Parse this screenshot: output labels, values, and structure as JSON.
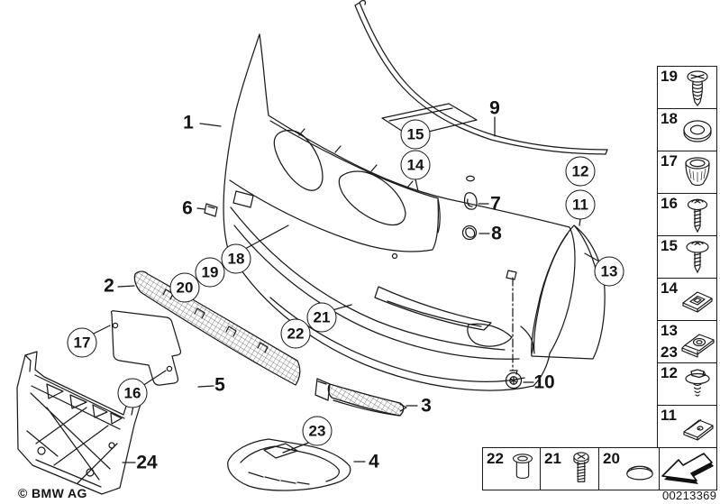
{
  "page": {
    "copyright": "© BMW AG",
    "doc_number": "00213369"
  },
  "callouts": {
    "c1": "1",
    "c2": "2",
    "c3": "3",
    "c4": "4",
    "c5": "5",
    "c6": "6",
    "c7": "7",
    "c8": "8",
    "c9": "9",
    "c10": "10",
    "c11": "11",
    "c12": "12",
    "c13": "13",
    "c14": "14",
    "c15": "15",
    "c16": "16",
    "c17": "17",
    "c18": "18",
    "c19": "19",
    "c20": "20",
    "c21": "21",
    "c22": "22",
    "c23": "23",
    "c24": "24"
  },
  "sidebar": {
    "items": [
      {
        "label": "19",
        "icon": "oval-head-screw"
      },
      {
        "label": "18",
        "icon": "washer"
      },
      {
        "label": "17",
        "icon": "plug"
      },
      {
        "label": "16",
        "icon": "tapping-screw"
      },
      {
        "label": "15",
        "icon": "washer-head-screw"
      },
      {
        "label": "14",
        "icon": "square-speed-nut"
      },
      {
        "label": "13",
        "label2": "23",
        "icon": "clip-nut"
      },
      {
        "label": "12",
        "icon": "hex-washer-screw"
      },
      {
        "label": "11",
        "icon": "flat-clip"
      },
      {
        "label": "",
        "icon": "direction-arrow"
      }
    ],
    "bottom_row": [
      {
        "label": "22",
        "icon": "spacer-sleeve"
      },
      {
        "label": "21",
        "icon": "machine-screw"
      },
      {
        "label": "20",
        "icon": "cover-cap"
      }
    ]
  }
}
